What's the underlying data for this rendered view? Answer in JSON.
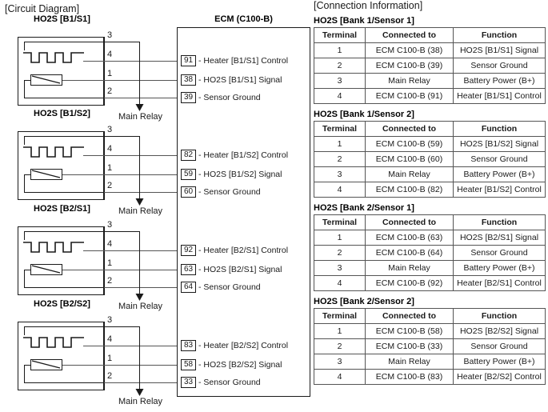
{
  "headings": {
    "circuit_diagram": "[Circuit Diagram]",
    "connection_information": "[Connection Information]"
  },
  "ecm": {
    "title": "ECM (C100-B)",
    "pins": [
      {
        "num": "91",
        "label": "- Heater [B1/S1] Control"
      },
      {
        "num": "38",
        "label": "- HO2S [B1/S1] Signal"
      },
      {
        "num": "39",
        "label": "- Sensor Ground"
      },
      {
        "num": "82",
        "label": "- Heater [B1/S2] Control"
      },
      {
        "num": "59",
        "label": "- HO2S [B1/S2] Signal"
      },
      {
        "num": "60",
        "label": "- Sensor Ground"
      },
      {
        "num": "92",
        "label": "- Heater [B2/S1] Control"
      },
      {
        "num": "63",
        "label": "- HO2S [B2/S1] Signal"
      },
      {
        "num": "64",
        "label": "- Sensor Ground"
      },
      {
        "num": "83",
        "label": "- Heater [B2/S2] Control"
      },
      {
        "num": "58",
        "label": "- HO2S [B2/S2] Signal"
      },
      {
        "num": "33",
        "label": "- Sensor Ground"
      }
    ]
  },
  "circuit_blocks": [
    {
      "title": "HO2S [B1/S1]",
      "terminals": [
        "3",
        "4",
        "1",
        "2"
      ],
      "relay_label": "Main Relay"
    },
    {
      "title": "HO2S [B1/S2]",
      "terminals": [
        "3",
        "4",
        "1",
        "2"
      ],
      "relay_label": "Main Relay"
    },
    {
      "title": "HO2S [B2/S1]",
      "terminals": [
        "3",
        "4",
        "1",
        "2"
      ],
      "relay_label": "Main Relay"
    },
    {
      "title": "HO2S [B2/S2]",
      "terminals": [
        "3",
        "4",
        "1",
        "2"
      ],
      "relay_label": "Main Relay"
    }
  ],
  "tables": [
    {
      "title": "HO2S [Bank 1/Sensor 1]",
      "columns": [
        "Terminal",
        "Connected to",
        "Function"
      ],
      "rows": [
        [
          "1",
          "ECM C100-B (38)",
          "HO2S [B1/S1] Signal"
        ],
        [
          "2",
          "ECM C100-B (39)",
          "Sensor Ground"
        ],
        [
          "3",
          "Main Relay",
          "Battery Power (B+)"
        ],
        [
          "4",
          "ECM C100-B (91)",
          "Heater [B1/S1] Control"
        ]
      ]
    },
    {
      "title": "HO2S [Bank 1/Sensor 2]",
      "columns": [
        "Terminal",
        "Connected to",
        "Function"
      ],
      "rows": [
        [
          "1",
          "ECM C100-B (59)",
          "HO2S [B1/S2] Signal"
        ],
        [
          "2",
          "ECM C100-B (60)",
          "Sensor Ground"
        ],
        [
          "3",
          "Main Relay",
          "Battery Power (B+)"
        ],
        [
          "4",
          "ECM C100-B (82)",
          "Heater [B1/S2] Control"
        ]
      ]
    },
    {
      "title": "HO2S [Bank 2/Sensor 1]",
      "columns": [
        "Terminal",
        "Connected to",
        "Function"
      ],
      "rows": [
        [
          "1",
          "ECM C100-B (63)",
          "HO2S [B2/S1] Signal"
        ],
        [
          "2",
          "ECM C100-B (64)",
          "Sensor Ground"
        ],
        [
          "3",
          "Main Relay",
          "Battery Power (B+)"
        ],
        [
          "4",
          "ECM C100-B (92)",
          "Heater [B2/S1] Control"
        ]
      ]
    },
    {
      "title": "HO2S [Bank 2/Sensor 2]",
      "columns": [
        "Terminal",
        "Connected to",
        "Function"
      ],
      "rows": [
        [
          "1",
          "ECM C100-B (58)",
          "HO2S [B2/S2] Signal"
        ],
        [
          "2",
          "ECM C100-B (33)",
          "Sensor Ground"
        ],
        [
          "3",
          "Main Relay",
          "Battery Power (B+)"
        ],
        [
          "4",
          "ECM C100-B (83)",
          "Heater [B2/S2] Control"
        ]
      ]
    }
  ],
  "colors": {
    "ink": "#1a1a1a",
    "wire": "#555555",
    "background": "#ffffff"
  }
}
